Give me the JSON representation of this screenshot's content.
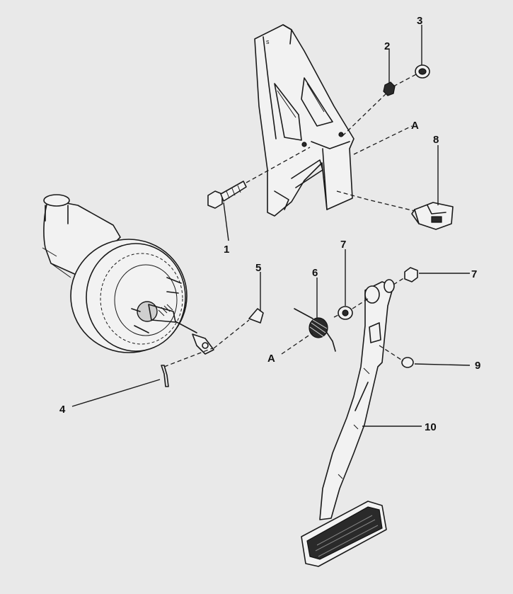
{
  "callouts": {
    "c1": "1",
    "c2": "2",
    "c3": "3",
    "c4": "4",
    "c5": "5",
    "c6": "6",
    "c7a": "7",
    "c7b": "7",
    "c8": "8",
    "c9": "9",
    "c10": "10",
    "refA_top": "A",
    "refA_bottom": "A"
  },
  "colors": {
    "background": "#e9e9e9",
    "ink": "#1a1a1a"
  }
}
